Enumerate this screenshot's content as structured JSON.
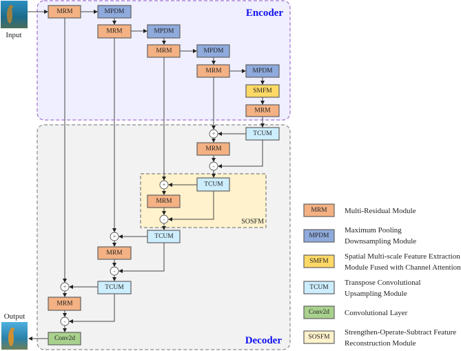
{
  "title_encoder": "Encoder",
  "title_decoder": "Decoder",
  "input_label": "Input",
  "output_label": "Output",
  "sosfm_label": "SOSFM",
  "blocks": {
    "mrm": "MRM",
    "mpdm": "MPDM",
    "smfm": "SMFM",
    "tcum": "TCUM",
    "conv": "Conv2d"
  },
  "ops": {
    "plus": "+",
    "minus": "-"
  },
  "colors": {
    "mrm": "#f4b183",
    "mpdm": "#8faadc",
    "smfm": "#ffd966",
    "tcum": "#cdeeff",
    "conv": "#a9d18e",
    "sosfm": "#fff2cc",
    "encoder_bg": "#efefff",
    "decoder_bg": "#f2f2f2",
    "title": "#1010ee"
  },
  "legend": [
    {
      "abbr": "MRM",
      "line1": "Multi-Residual Module",
      "line2": ""
    },
    {
      "abbr": "MPDM",
      "line1": "Maximum Pooling",
      "line2": "Downsampling Module"
    },
    {
      "abbr": "SMFM",
      "line1": "Spatial Multi-scale Feature Extraction",
      "line2": "Module Fused with Channel Attention"
    },
    {
      "abbr": "TCUM",
      "line1": "Transpose Convolutional",
      "line2": "Upsampling Module"
    },
    {
      "abbr": "Conv2d",
      "line1": "Convolutional Layer",
      "line2": ""
    },
    {
      "abbr": "SOSFM",
      "line1": "Strengthen-Operate-Subtract Feature",
      "line2": "Reconstruction Module"
    }
  ]
}
